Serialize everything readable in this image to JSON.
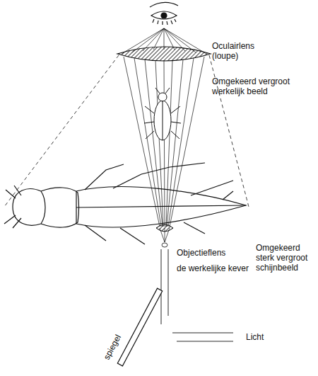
{
  "diagram": {
    "labels": [
      "Oculairlens (loupe)",
      "Omgekeerd vergroot werkelijk beeld",
      "Omgekeerd sterk vergroot schijnbeeld",
      "Objectieflens",
      "de werkelijke kever",
      "spiegel",
      "Licht"
    ]
  }
}
